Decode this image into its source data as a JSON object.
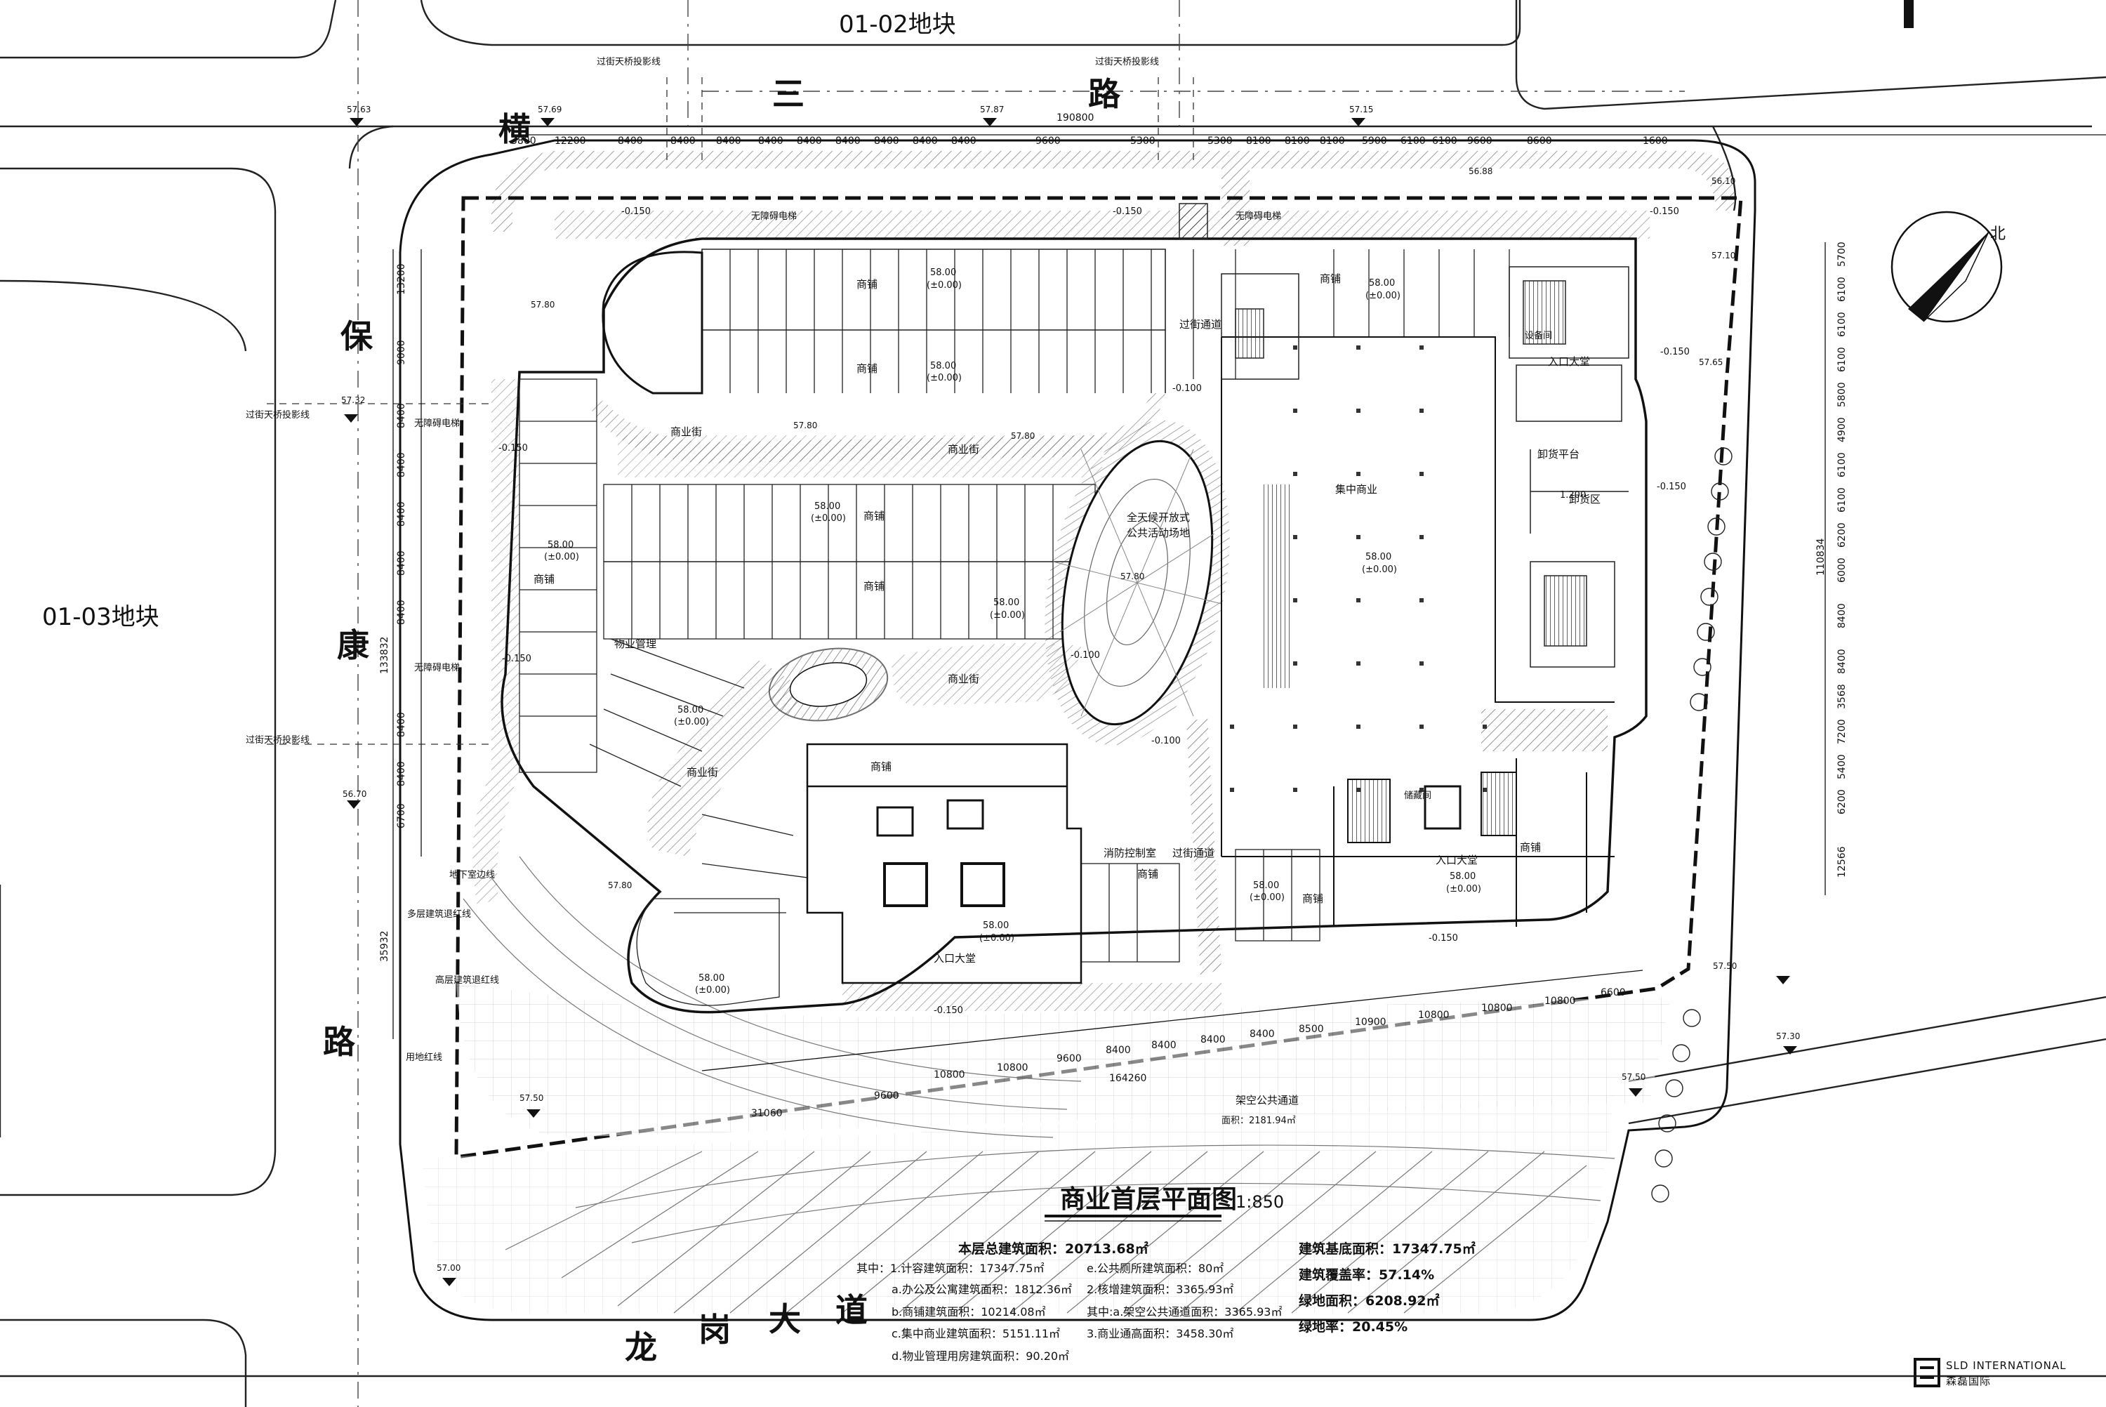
{
  "blocks": {
    "north": "01-02地块",
    "west": "01-03地块"
  },
  "roads": {
    "north": [
      "横",
      "三",
      "路"
    ],
    "west": [
      "保",
      "康",
      "路"
    ],
    "south": [
      "龙",
      "岗",
      "大",
      "道"
    ]
  },
  "north_arrow": "北",
  "top_dims": {
    "total": "190800",
    "segments": [
      "3800",
      "12200",
      "8400",
      "8400",
      "8400",
      "8400",
      "8400",
      "8400",
      "8400",
      "8400",
      "8400",
      "9600",
      "5300",
      "5300",
      "8100",
      "8100",
      "8100",
      "5900",
      "6100",
      "6100",
      "9600",
      "8600",
      "1600"
    ]
  },
  "left_dims": {
    "total1": "133832",
    "total2": "35932",
    "segments": [
      "13200",
      "9000",
      "8400",
      "8400",
      "8400",
      "8400",
      "8400",
      "8400",
      "8400",
      "6700"
    ]
  },
  "right_dims": {
    "total": "110834",
    "segments": [
      "5700",
      "6100",
      "6100",
      "6100",
      "5800",
      "4900",
      "6100",
      "6100",
      "6200",
      "6000",
      "8400",
      "8400",
      "3568",
      "7200",
      "5400",
      "6200",
      "12566"
    ]
  },
  "bottom_dims": {
    "total": "164260",
    "part": "31060",
    "segments": [
      "9600",
      "10800",
      "10800",
      "9600",
      "8400",
      "8400",
      "8400",
      "8400",
      "8500",
      "10900",
      "10800",
      "10800",
      "10800",
      "6600"
    ]
  },
  "elevations": [
    "57.63",
    "57.69",
    "57.87",
    "57.15",
    "56.88",
    "56.10",
    "57.10",
    "57.32",
    "56.70",
    "57.65",
    "57.80",
    "57.80",
    "57.80",
    "57.80",
    "57.80",
    "57.50",
    "57.50",
    "57.50",
    "57.30",
    "57.00"
  ],
  "projection_line": "过街天桥投影线",
  "area_labels": {
    "shop": "商铺",
    "street": "商业街",
    "property": "物业管理",
    "plaza_l1": "全天候开放式",
    "plaza_l2": "公共活动场地",
    "market": "集中商业",
    "lobby": "入口大堂",
    "fire": "消防控制室",
    "passage": "过街通道",
    "equipment": "设备间",
    "loading": "卸货平台",
    "unloading": "卸货区",
    "storage": "储藏间",
    "elevator": "无障碍电梯",
    "level": "58.00",
    "level_rel": "(±0.00)",
    "ramp": "-0.150",
    "ramp2": "-0.100",
    "step": "1.200"
  },
  "site_lines": [
    "地下室边线",
    "多层建筑退红线",
    "高层建筑退红线",
    "用地红线"
  ],
  "arcade": {
    "label": "架空公共通道",
    "area": "面积：2181.94㎡"
  },
  "title": "商业首层平面图",
  "scale": "1:850",
  "stats": {
    "total": "本层总建筑面积：20713.68㎡",
    "left": [
      "其中：1.计容建筑面积：17347.75㎡",
      "a.办公及公寓建筑面积：1812.36㎡",
      "b.商铺建筑面积：10214.08㎡",
      "c.集中商业建筑面积：5151.11㎡",
      "d.物业管理用房建筑面积：90.20㎡"
    ],
    "mid": [
      "e.公共厕所建筑面积：80㎡",
      "2.核增建筑面积：3365.93㎡",
      "其中:a.架空公共通道面积：3365.93㎡",
      "3.商业通高面积：3458.30㎡"
    ],
    "right": [
      "建筑基底面积：17347.75㎡",
      "建筑覆盖率：57.14%",
      "绿地面积：6208.92㎡",
      "绿地率：20.45%"
    ]
  },
  "logo": {
    "en": "SLD INTERNATIONAL",
    "cn": "森磊国际"
  }
}
